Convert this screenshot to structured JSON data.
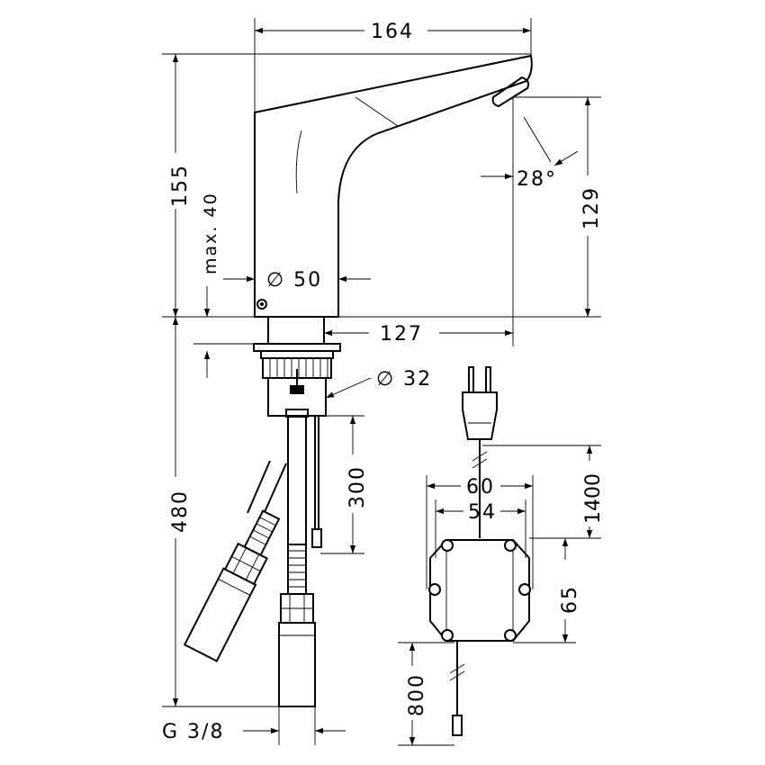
{
  "dimensions": {
    "width_top": "164",
    "height_total": "155",
    "max_height": "max. 40",
    "body_diameter": "∅ 50",
    "spout_height": "129",
    "spout_angle": "28°",
    "reach": "127",
    "shank_diameter": "∅ 32",
    "hose_length": "480",
    "cable_length_sensor": "300",
    "plug_cable_length": "1400",
    "box_width_outer": "60",
    "box_width_inner": "54",
    "box_height": "65",
    "box_cable_length": "800",
    "connection_thread": "G 3/8"
  },
  "icons": {
    "dimension_arrow": "arrowhead",
    "power_plug": "plug-icon"
  }
}
